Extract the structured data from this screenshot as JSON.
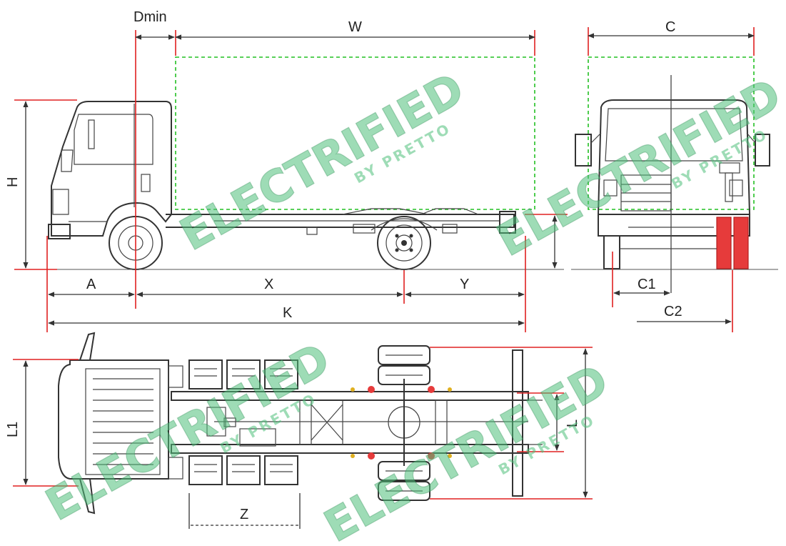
{
  "diagram": {
    "labels": {
      "dmin": "Dmin",
      "w": "W",
      "c": "C",
      "h": "H",
      "a": "A",
      "x": "X",
      "y": "Y",
      "k": "K",
      "c1": "C1",
      "c2": "C2",
      "l1": "L1",
      "l": "L",
      "z": "Z"
    },
    "views": [
      "side-view",
      "front-view",
      "top-view"
    ]
  },
  "watermark": {
    "brand": "ELECTRIFIED",
    "tagline": "BY PRETTO",
    "color": "#4fbf7a"
  },
  "colors": {
    "dimension_line": "#333333",
    "reference_line": "#e02020",
    "cargo_box": "#22c022",
    "wheel_highlight": "#e63b3b"
  }
}
